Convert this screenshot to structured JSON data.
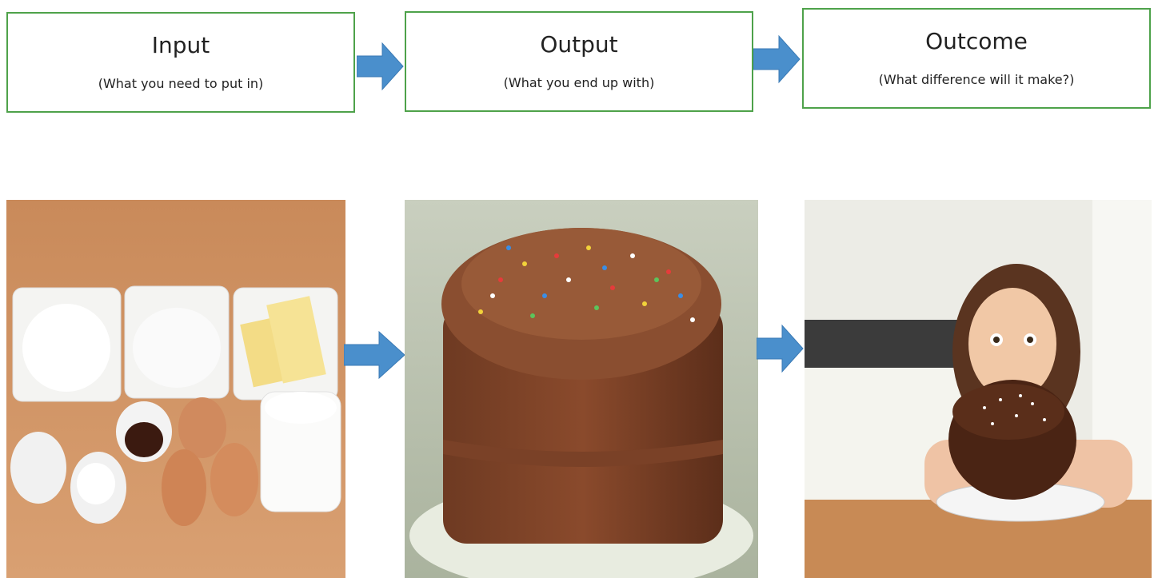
{
  "stages": [
    {
      "title": "Input",
      "subtitle": "(What you need to put in)"
    },
    {
      "title": "Output",
      "subtitle": "(What you end up with)"
    },
    {
      "title": "Outcome",
      "subtitle": "(What difference will it make?)"
    }
  ],
  "photos": [
    {
      "subject": "cake ingredients: sugar, flour, butter, vanilla, eggs, milk"
    },
    {
      "subject": "chocolate layer cake with sprinkles"
    },
    {
      "subject": "girl eating chocolate cake"
    }
  ],
  "colors": {
    "box_border": "#4ea24a",
    "arrow": "#4a8fcc"
  }
}
